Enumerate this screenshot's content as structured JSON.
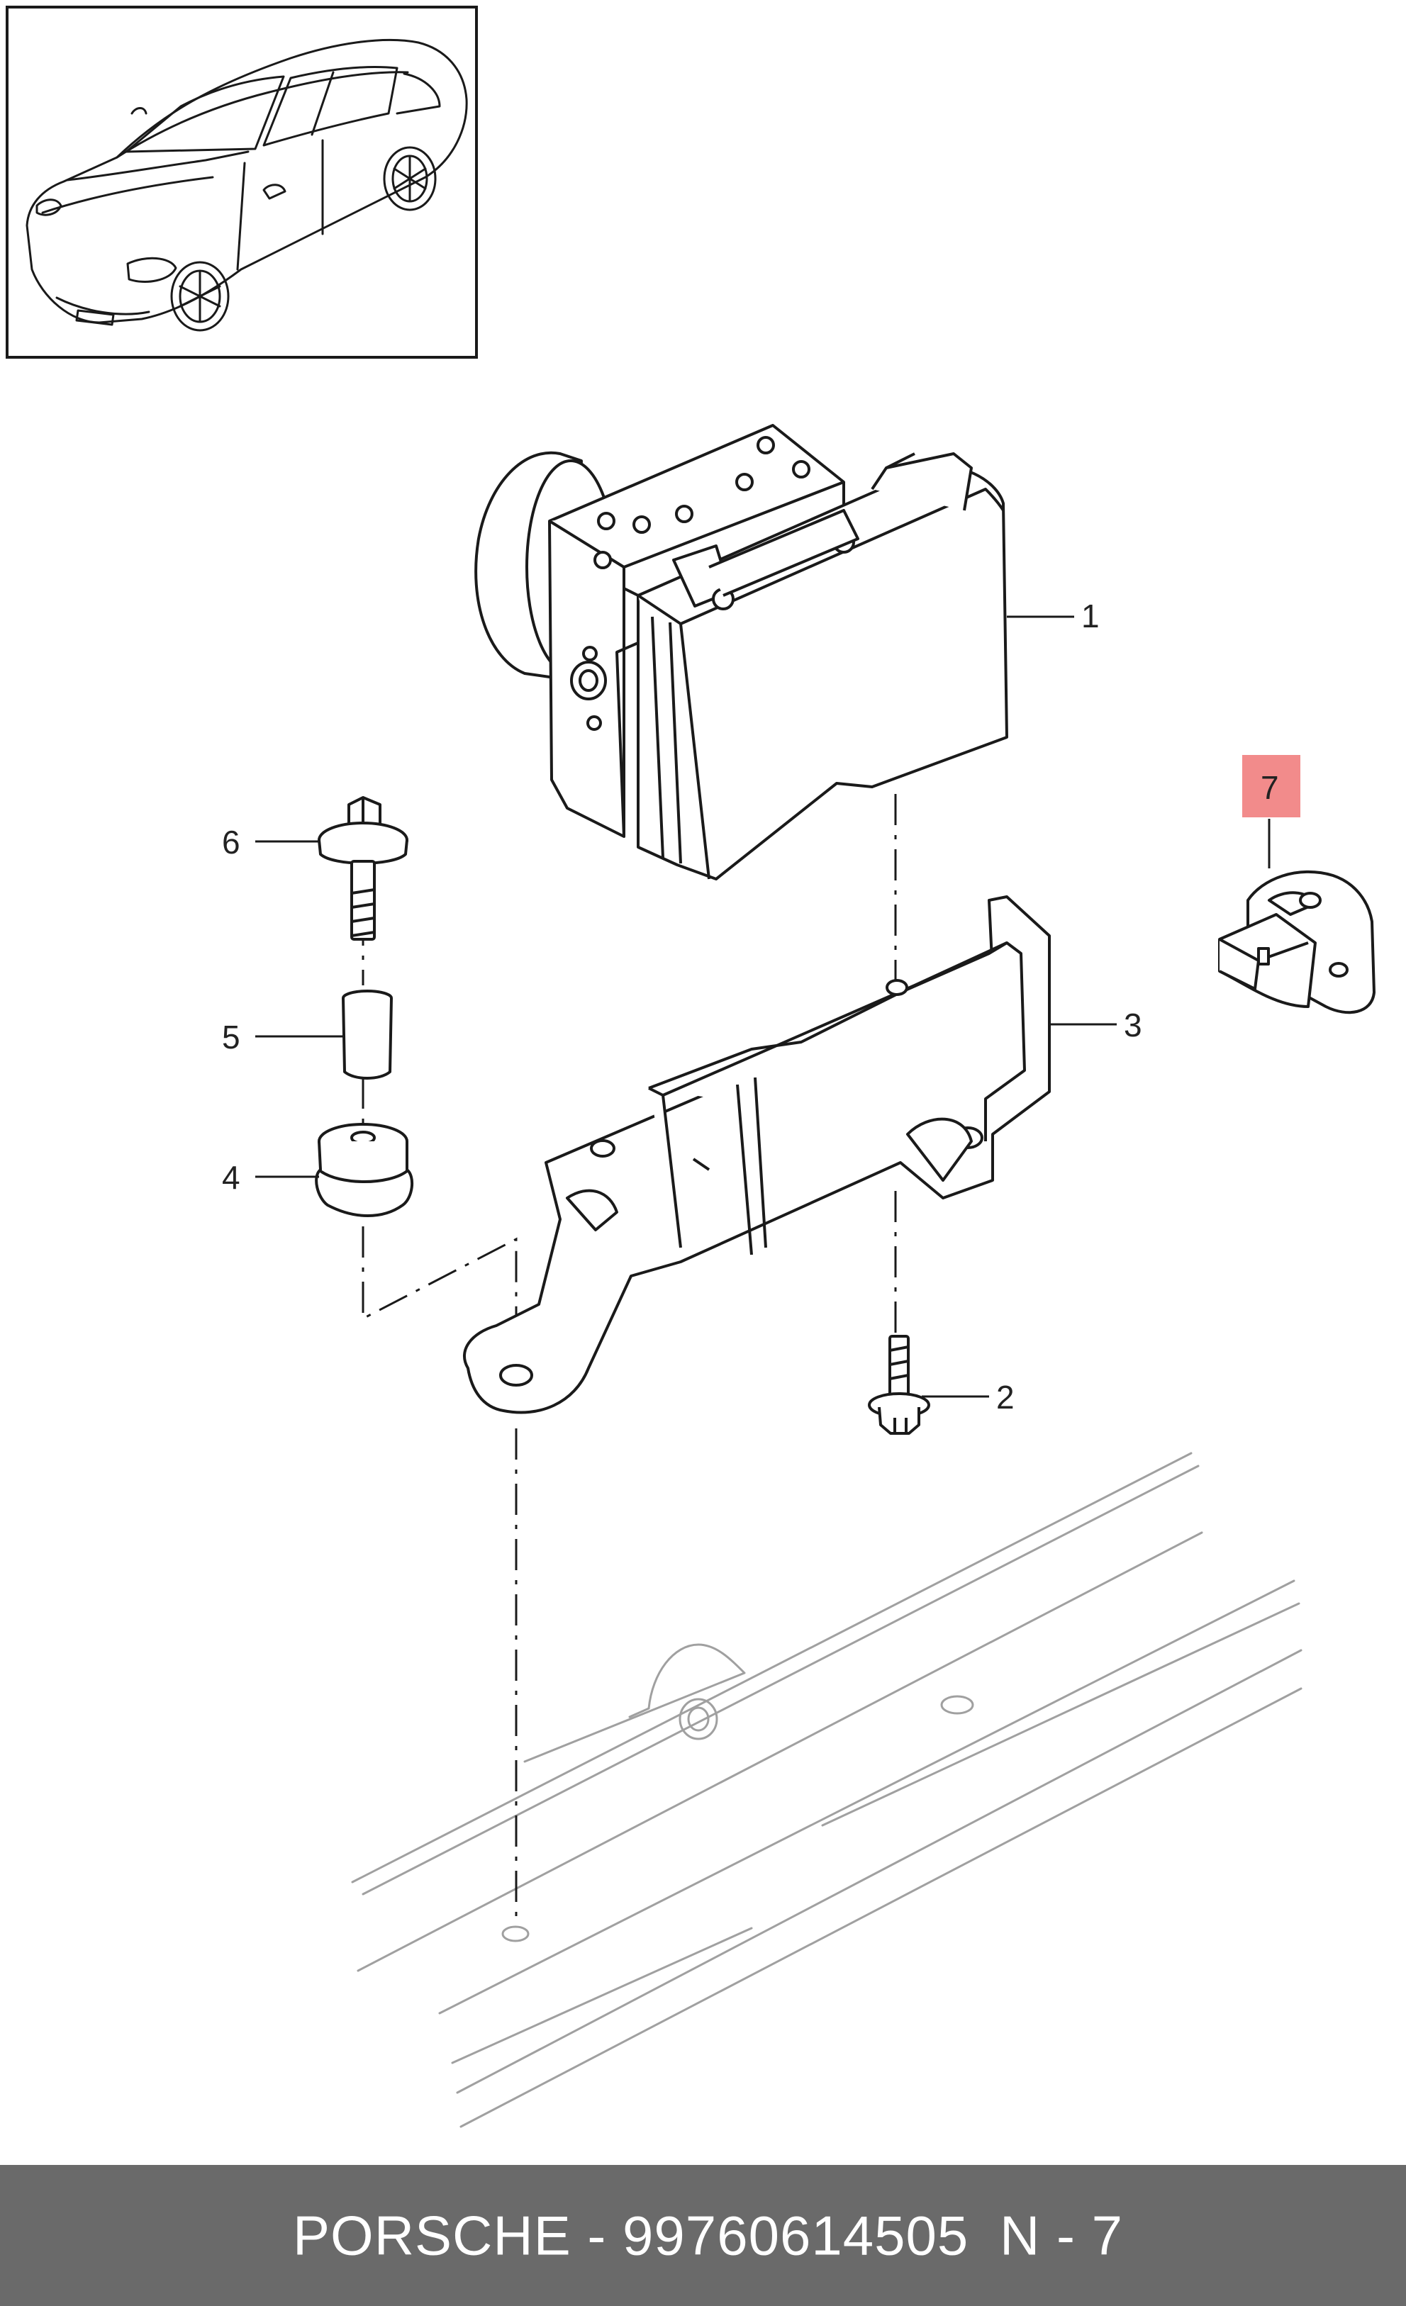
{
  "callouts": {
    "c1": "1",
    "c2": "2",
    "c3": "3",
    "c4": "4",
    "c5": "5",
    "c6": "6",
    "c7": "7"
  },
  "colors": {
    "line": "#1a1a1a",
    "ghost": "#a0a0a0",
    "highlight": "#f28b8b",
    "footer_bg": "#6a6a6a",
    "footer_text": "#ffffff"
  },
  "footer": {
    "part": "PORSCHE - 99760614505",
    "page": "N - 7"
  }
}
